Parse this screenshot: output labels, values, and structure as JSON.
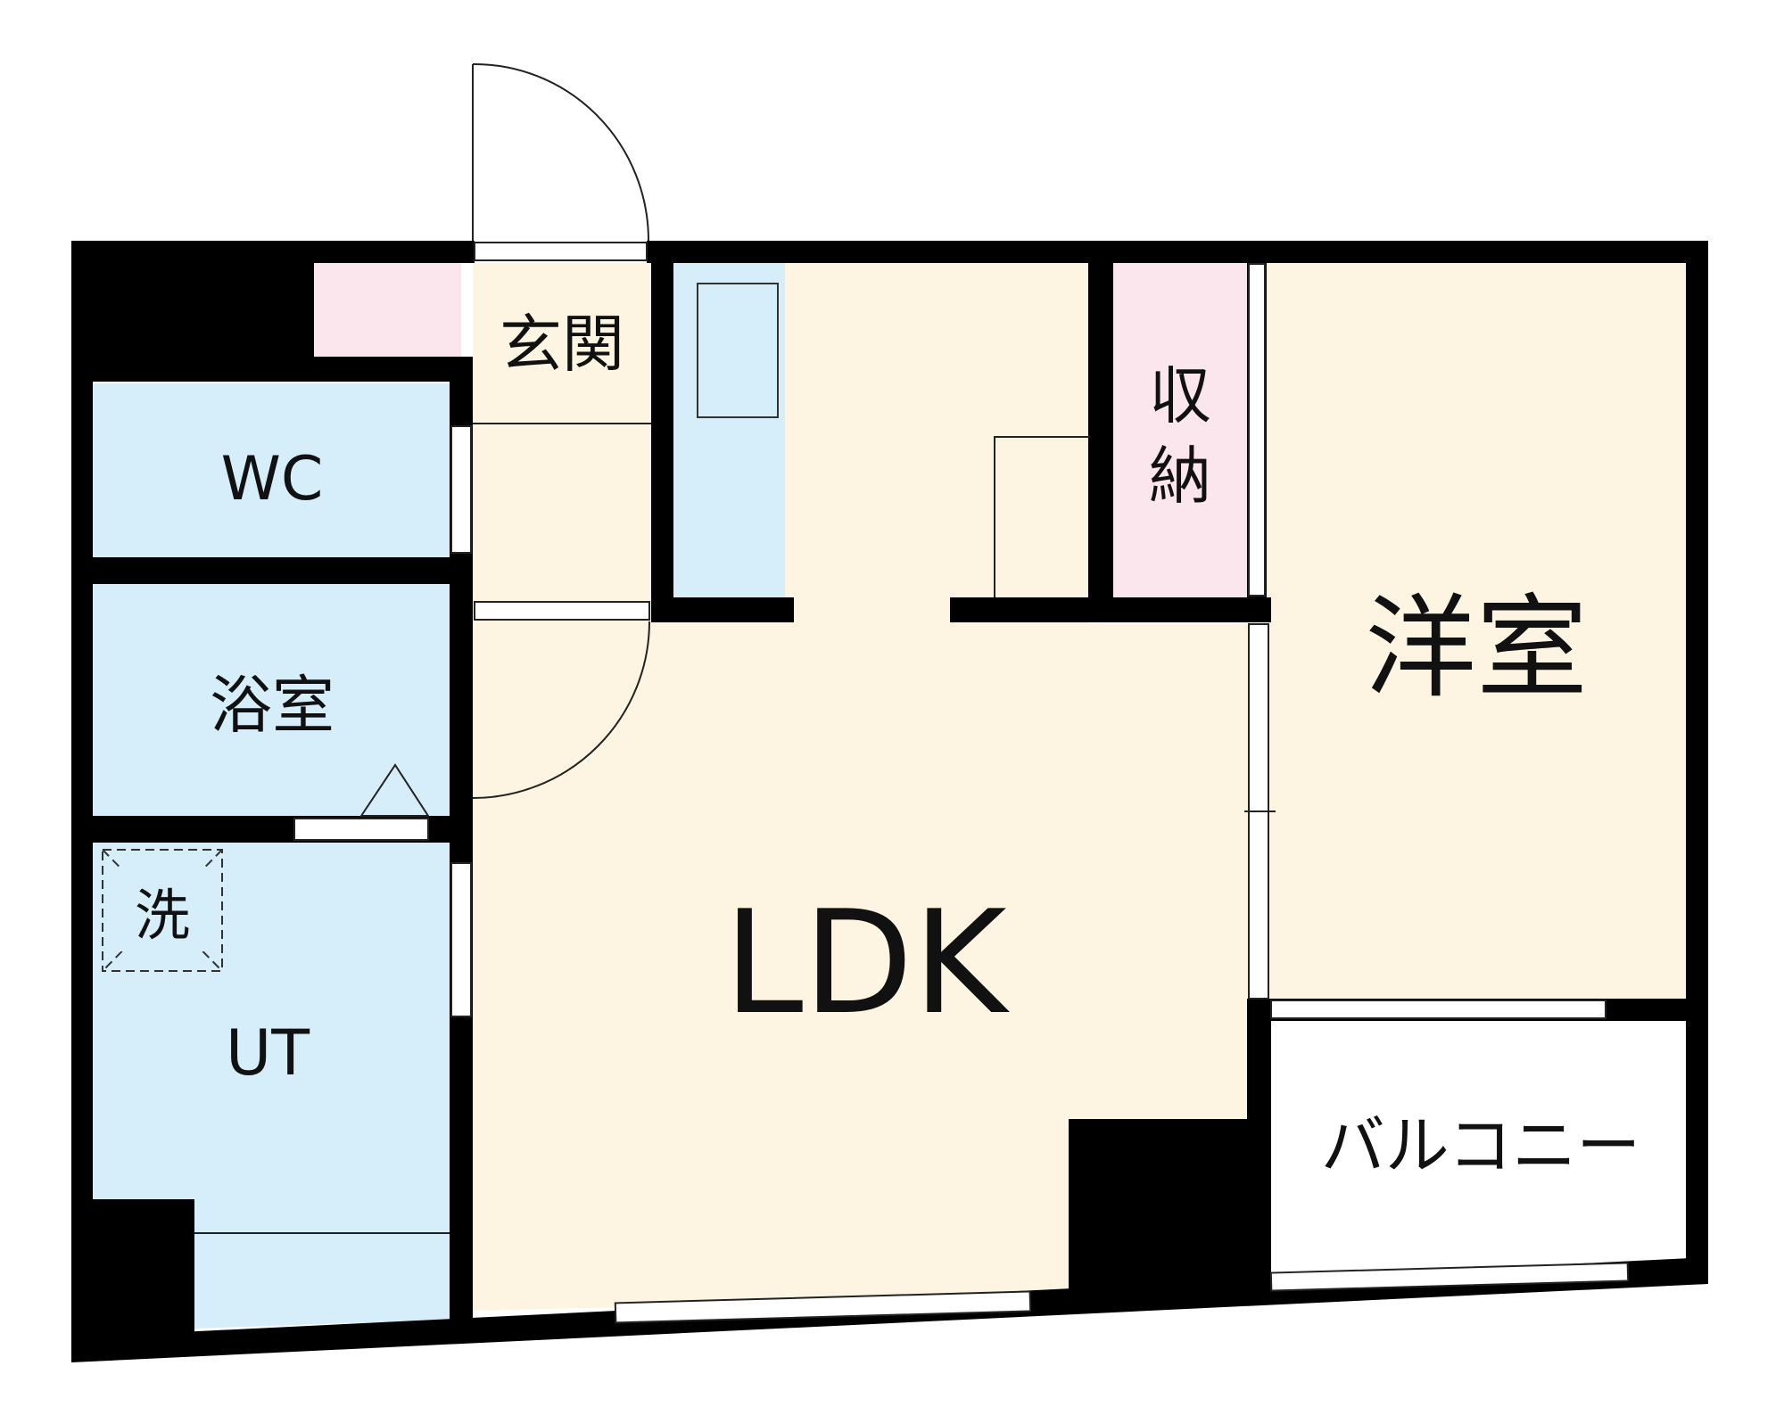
{
  "rooms": {
    "entrance": "玄関",
    "wc": "WC",
    "bath": "浴室",
    "washer": "洗",
    "utility": "UT",
    "storage_top": "収",
    "storage_bottom": "納",
    "western_room": "洋室",
    "ldk": "LDK",
    "balcony": "バルコニー"
  },
  "colors": {
    "wet_area": "#d5eefa",
    "living_area": "#fdf5e2",
    "storage_area": "#fbe6ee",
    "wall": "#000000"
  }
}
